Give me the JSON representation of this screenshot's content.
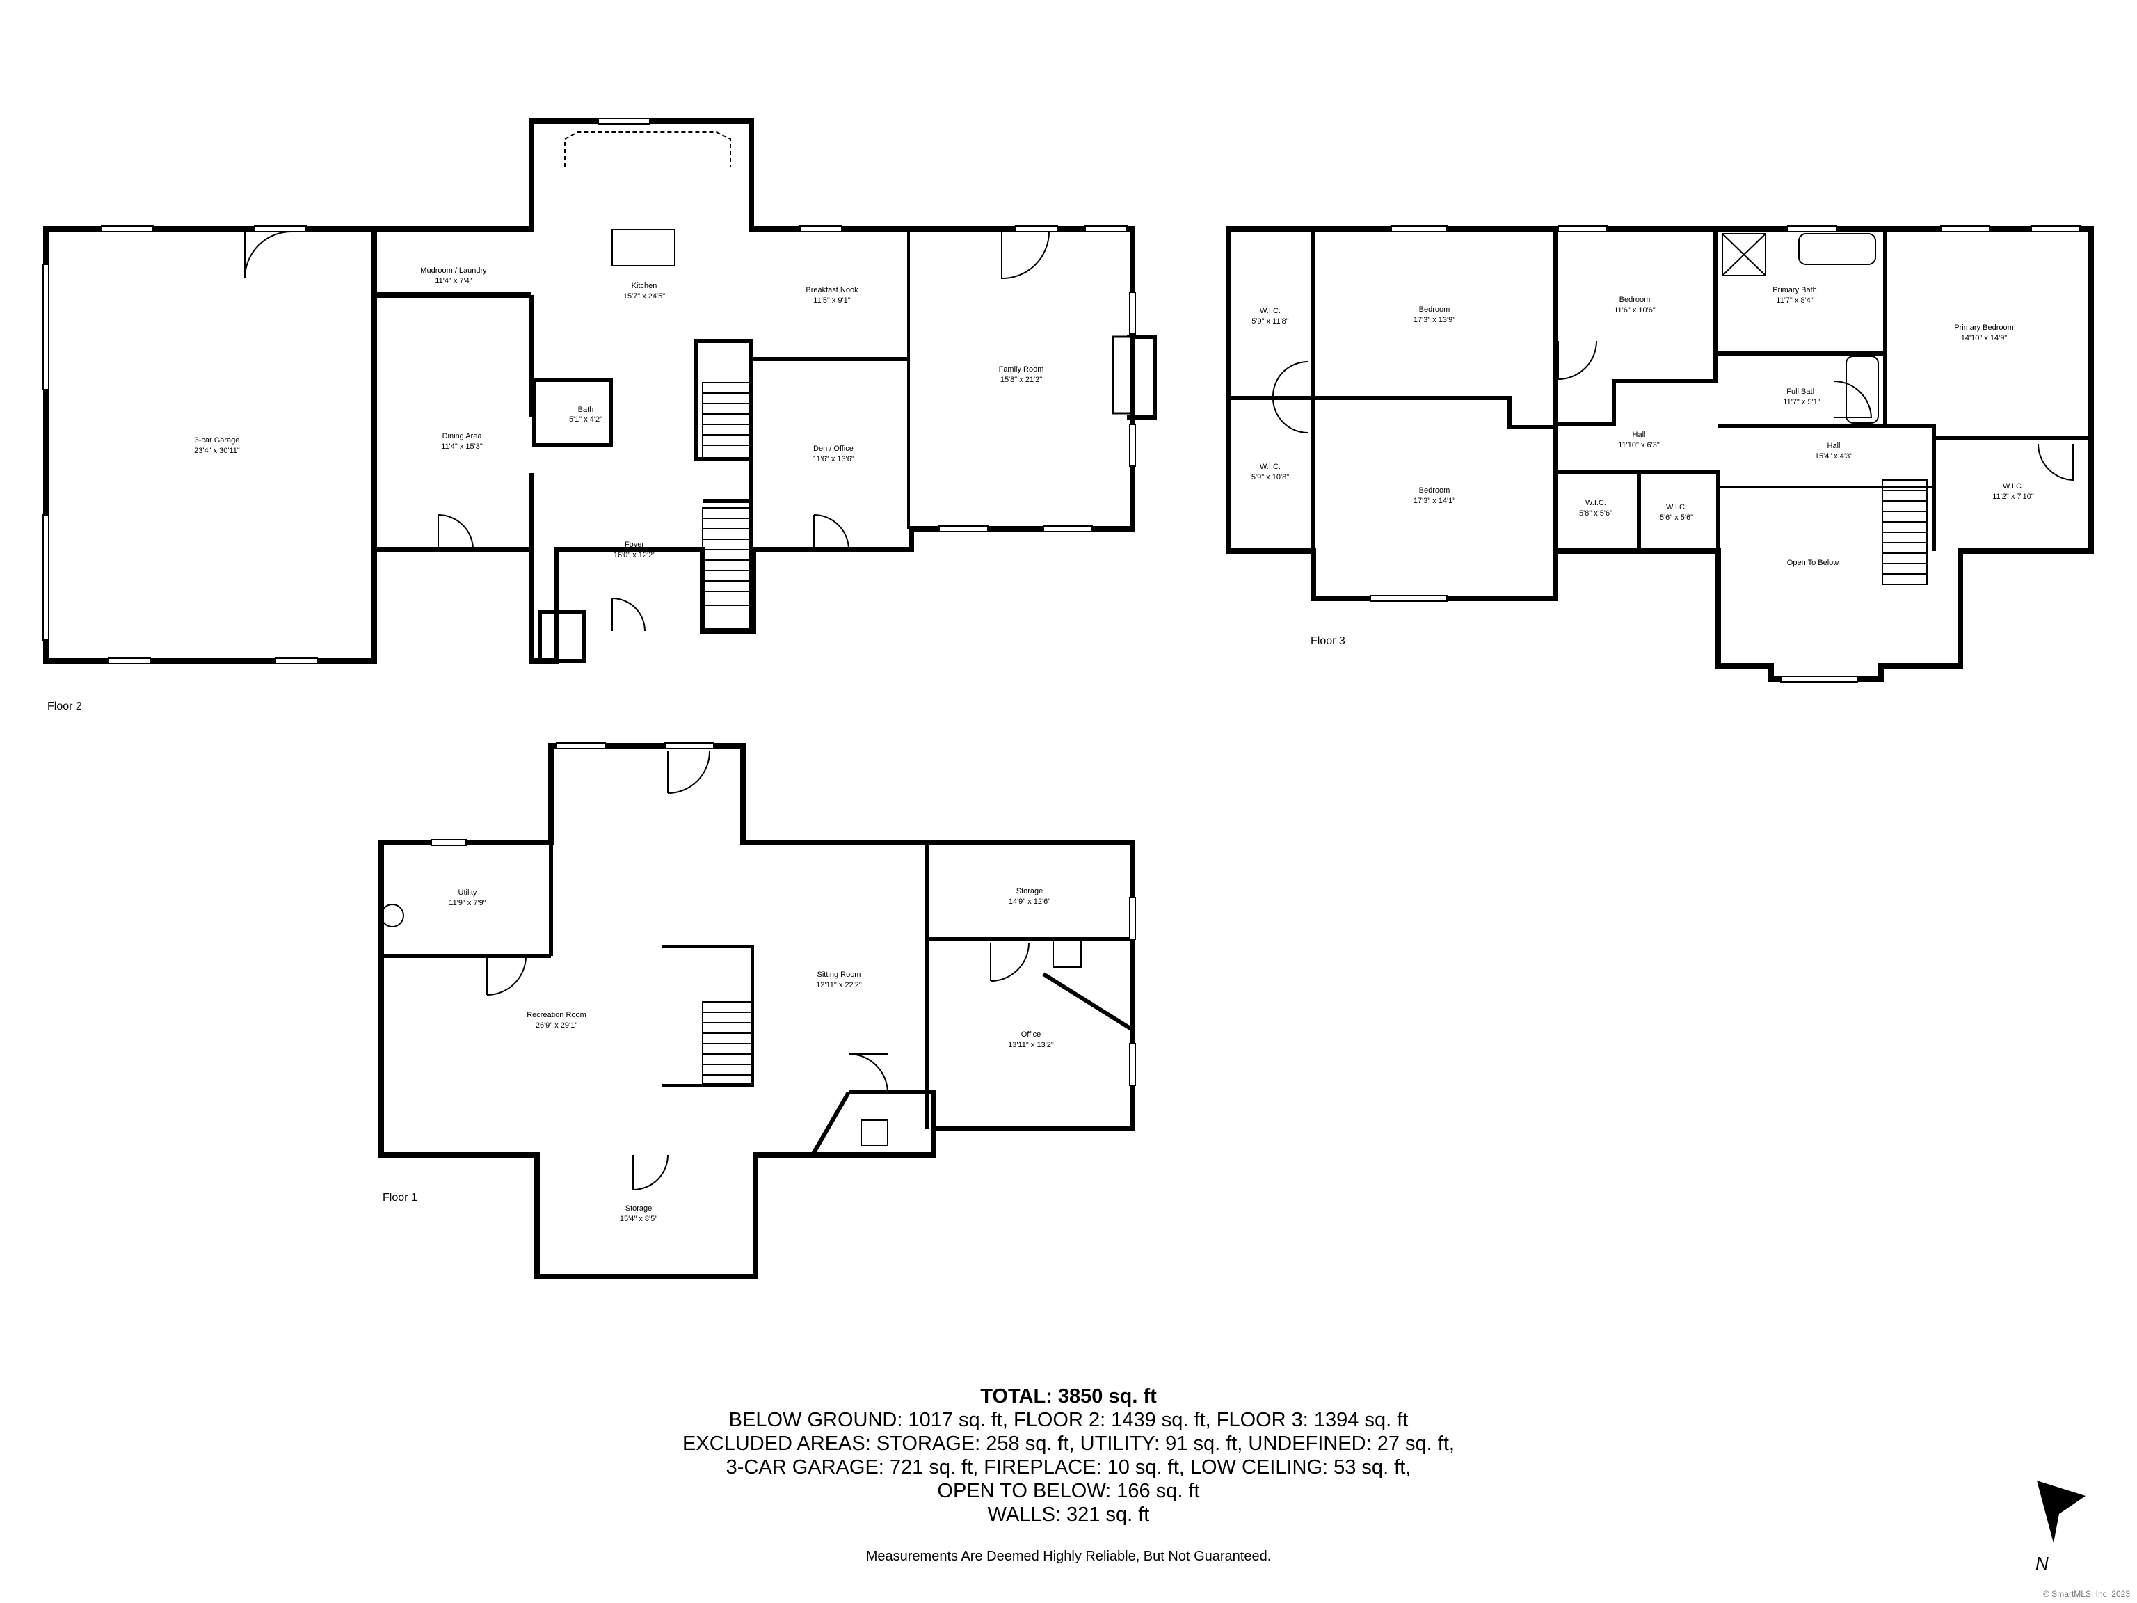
{
  "floors": {
    "floor2": {
      "label": "Floor 2",
      "rooms": {
        "garage": {
          "name": "3-car Garage",
          "dim": "23'4\" x 30'11\""
        },
        "mudroom": {
          "name": "Mudroom / Laundry",
          "dim": "11'4\" x 7'4\""
        },
        "kitchen": {
          "name": "Kitchen",
          "dim": "15'7\" x 24'5\""
        },
        "breakfast": {
          "name": "Breakfast Nook",
          "dim": "11'5\" x 9'1\""
        },
        "family": {
          "name": "Family Room",
          "dim": "15'8\" x 21'2\""
        },
        "dining": {
          "name": "Dining Area",
          "dim": "11'4\" x 15'3\""
        },
        "bath": {
          "name": "Bath",
          "dim": "5'1\" x 4'2\""
        },
        "den": {
          "name": "Den / Office",
          "dim": "11'6\" x 13'6\""
        },
        "foyer": {
          "name": "Foyer",
          "dim": "16'0\" x 12'2\""
        }
      }
    },
    "floor3": {
      "label": "Floor 3",
      "rooms": {
        "wic1": {
          "name": "W.I.C.",
          "dim": "5'9\" x 11'8\""
        },
        "wic2": {
          "name": "W.I.C.",
          "dim": "5'9\" x 10'8\""
        },
        "bed1": {
          "name": "Bedroom",
          "dim": "17'3\" x 13'9\""
        },
        "bed2": {
          "name": "Bedroom",
          "dim": "11'6\" x 10'6\""
        },
        "bed3": {
          "name": "Bedroom",
          "dim": "17'3\" x 14'1\""
        },
        "pbath": {
          "name": "Primary Bath",
          "dim": "11'7\" x 8'4\""
        },
        "pbed": {
          "name": "Primary Bedroom",
          "dim": "14'10\" x 14'9\""
        },
        "fullbath": {
          "name": "Full Bath",
          "dim": "11'7\" x 5'1\""
        },
        "hall1": {
          "name": "Hall",
          "dim": "11'10\" x 6'3\""
        },
        "hall2": {
          "name": "Hall",
          "dim": "15'4\" x 4'3\""
        },
        "wic3": {
          "name": "W.I.C.",
          "dim": "5'8\" x 5'6\""
        },
        "wic4": {
          "name": "W.I.C.",
          "dim": "5'6\" x 5'6\""
        },
        "wic5": {
          "name": "W.I.C.",
          "dim": "11'2\" x 7'10\""
        },
        "open": {
          "name": "Open To Below",
          "dim": ""
        }
      }
    },
    "floor1": {
      "label": "Floor 1",
      "rooms": {
        "utility": {
          "name": "Utility",
          "dim": "11'9\" x 7'9\""
        },
        "storage1": {
          "name": "Storage",
          "dim": "14'9\" x 12'6\""
        },
        "sitting": {
          "name": "Sitting Room",
          "dim": "12'11\" x 22'2\""
        },
        "rec": {
          "name": "Recreation Room",
          "dim": "26'9\" x 29'1\""
        },
        "office": {
          "name": "Office",
          "dim": "13'11\" x 13'2\""
        },
        "storage2": {
          "name": "Storage",
          "dim": "15'4\" x 8'5\""
        }
      }
    }
  },
  "totals": {
    "total": "TOTAL: 3850 sq. ft",
    "lines": [
      "BELOW GROUND: 1017 sq. ft, FLOOR 2: 1439 sq. ft, FLOOR 3: 1394 sq. ft",
      "EXCLUDED AREAS: STORAGE: 258 sq. ft, UTILITY: 91 sq. ft, UNDEFINED: 27 sq. ft,",
      "3-CAR GARAGE: 721 sq. ft, FIREPLACE: 10 sq. ft, LOW CEILING: 53 sq. ft,",
      "OPEN TO BELOW: 166 sq. ft",
      "WALLS: 321 sq. ft"
    ]
  },
  "disclaimer": "Measurements Are Deemed Highly Reliable, But Not Guaranteed.",
  "copyright": "© SmartMLS, Inc. 2023",
  "compass": {
    "label": "N",
    "icon": "north-arrow-icon"
  }
}
